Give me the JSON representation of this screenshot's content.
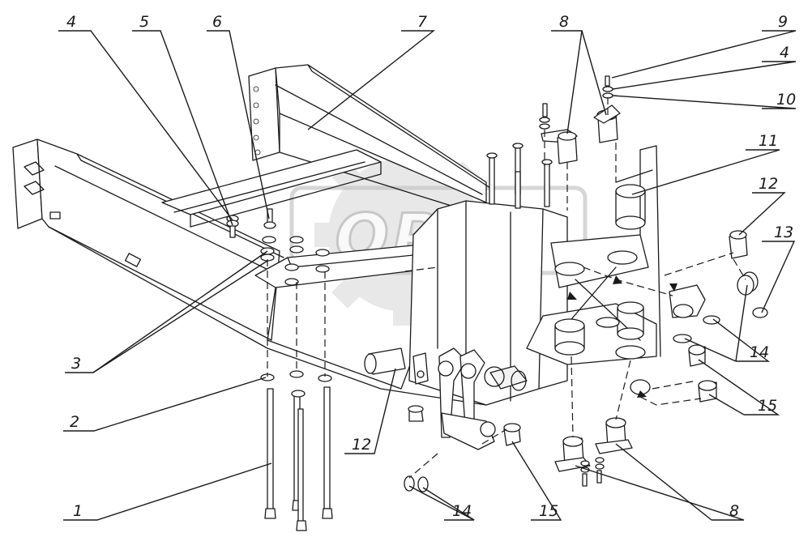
{
  "watermark": {
    "text": "OPEX"
  },
  "callouts": [
    {
      "id": "c1",
      "label": "1"
    },
    {
      "id": "c2",
      "label": "2"
    },
    {
      "id": "c3",
      "label": "3"
    },
    {
      "id": "c4a",
      "label": "4"
    },
    {
      "id": "c4b",
      "label": "4"
    },
    {
      "id": "c5",
      "label": "5"
    },
    {
      "id": "c6",
      "label": "6"
    },
    {
      "id": "c7",
      "label": "7"
    },
    {
      "id": "c8a",
      "label": "8"
    },
    {
      "id": "c8b",
      "label": "8"
    },
    {
      "id": "c9",
      "label": "9"
    },
    {
      "id": "c10",
      "label": "10"
    },
    {
      "id": "c11",
      "label": "11"
    },
    {
      "id": "c12a",
      "label": "12"
    },
    {
      "id": "c12b",
      "label": "12"
    },
    {
      "id": "c13",
      "label": "13"
    },
    {
      "id": "c14a",
      "label": "14"
    },
    {
      "id": "c14b",
      "label": "14"
    },
    {
      "id": "c15a",
      "label": "15"
    },
    {
      "id": "c15b",
      "label": "15"
    }
  ]
}
